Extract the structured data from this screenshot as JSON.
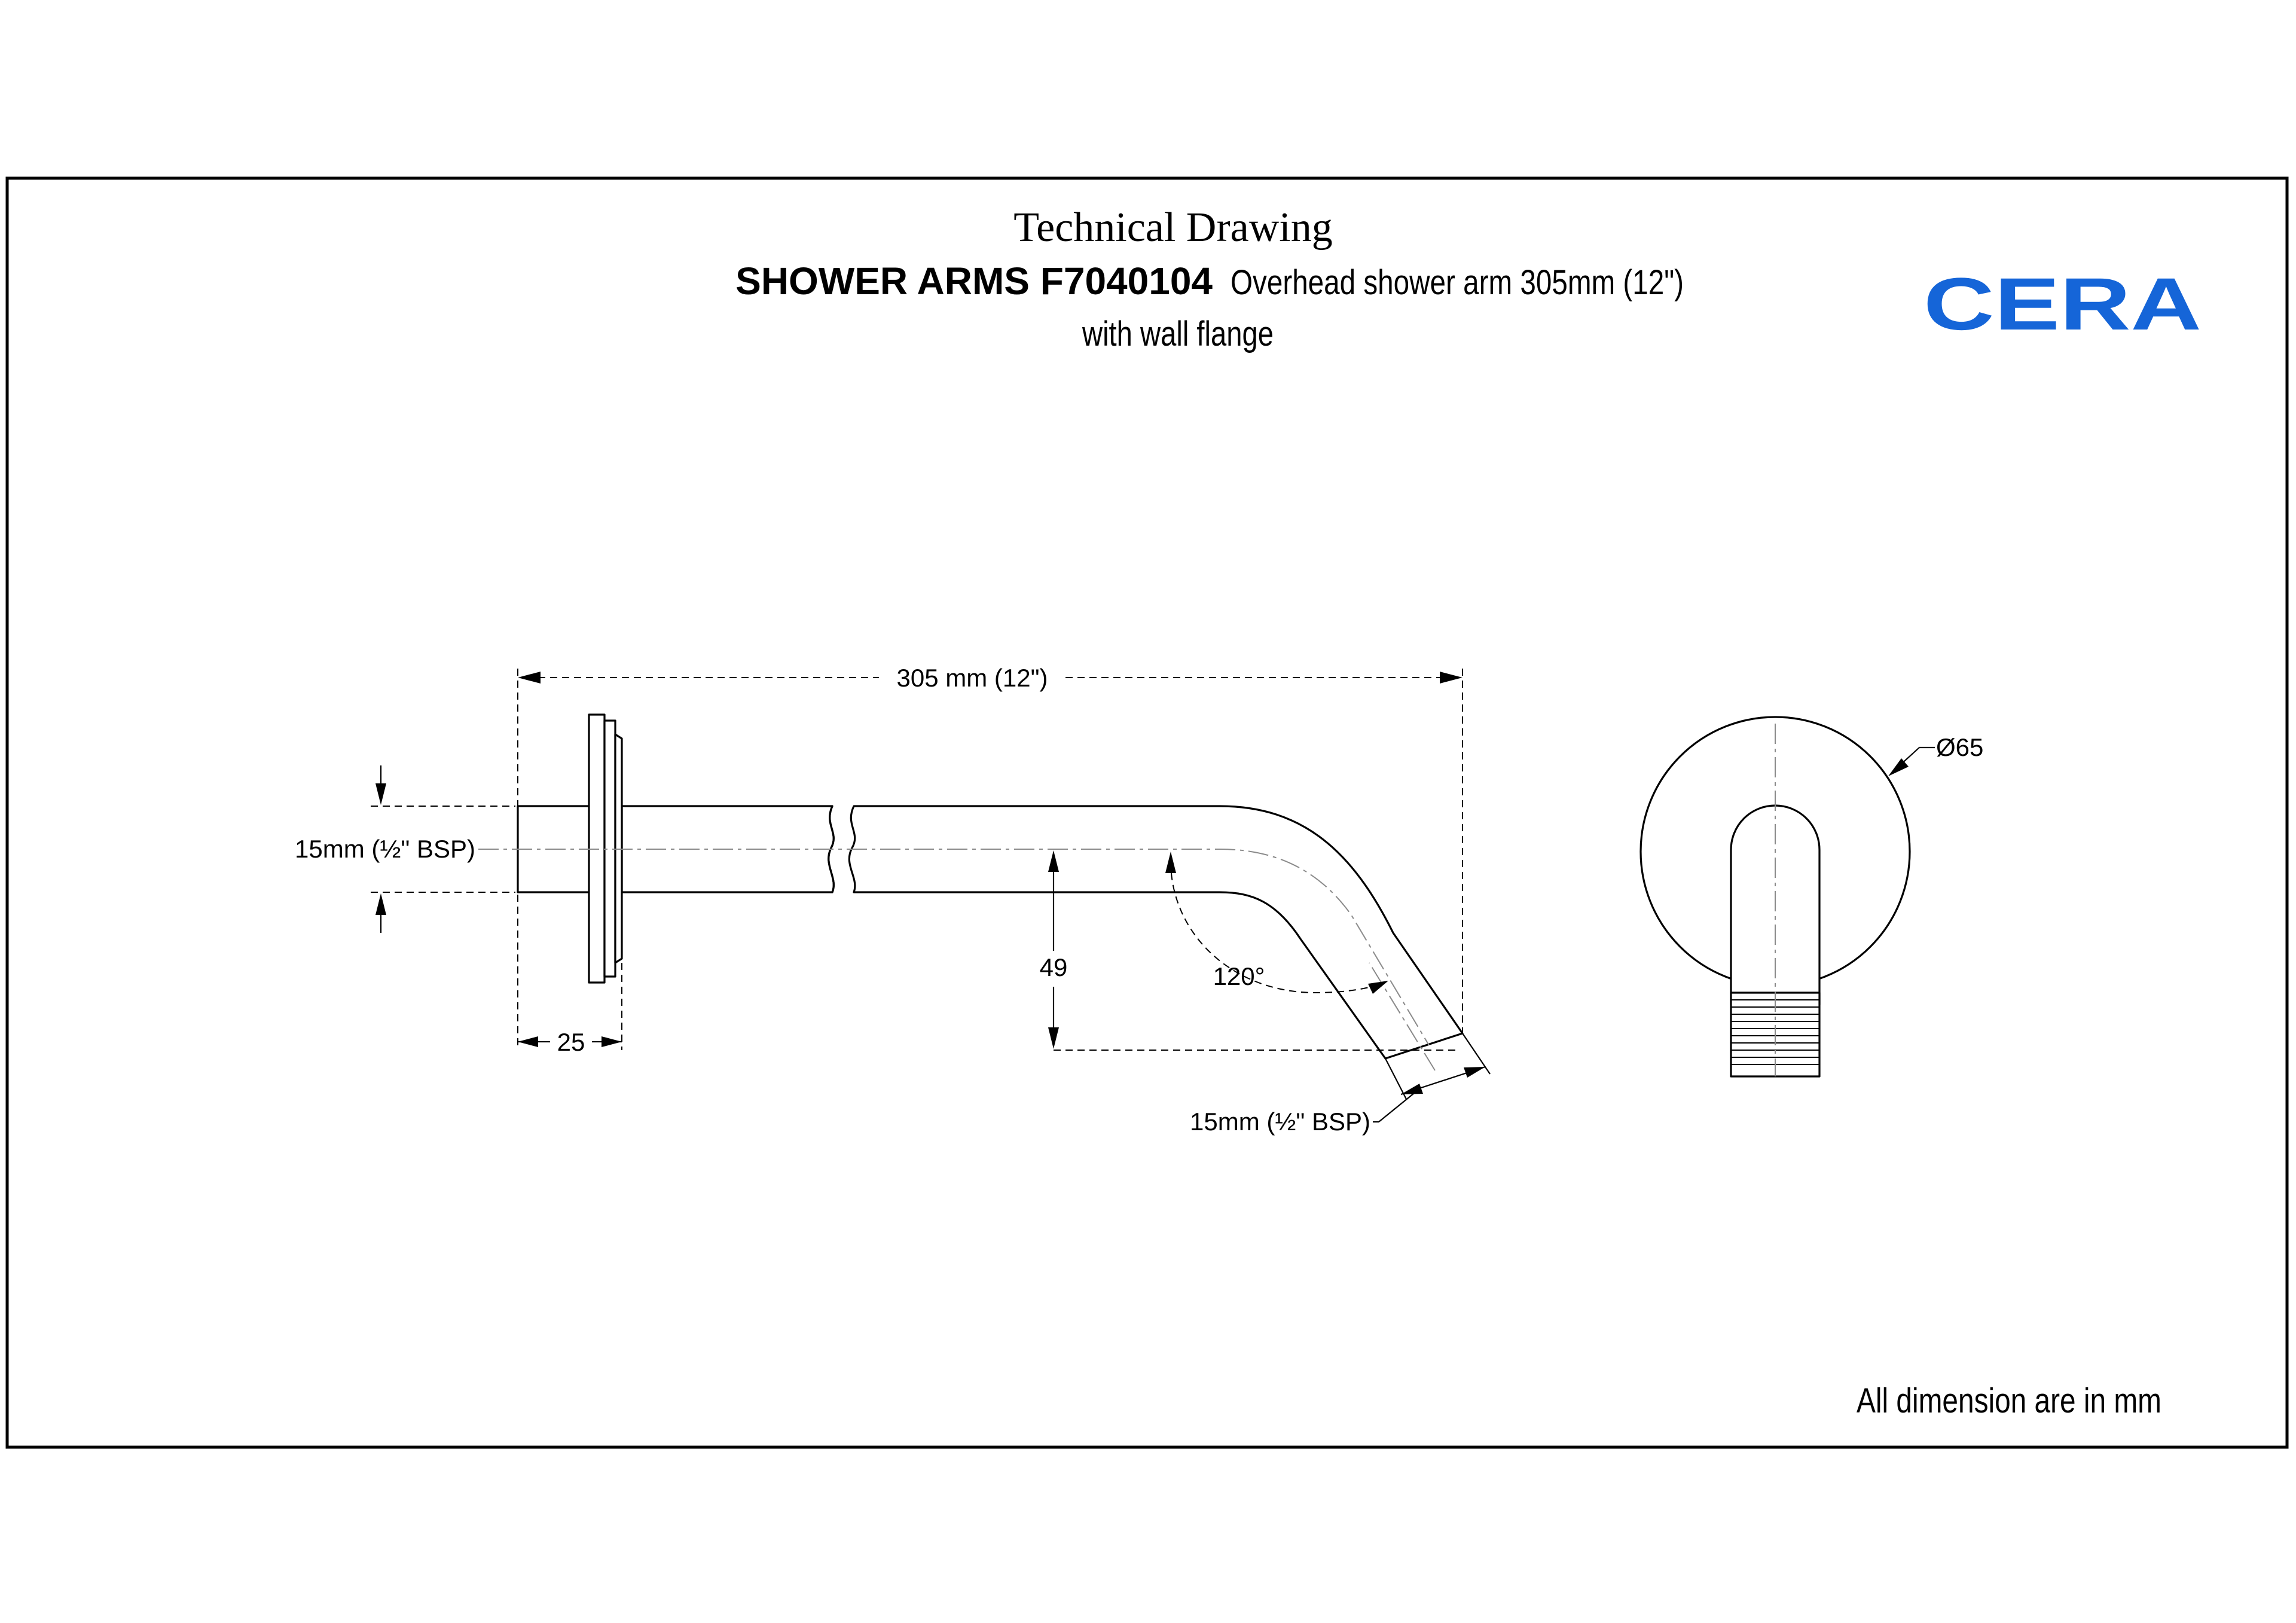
{
  "header": {
    "doc_type": "Technical Drawing",
    "product_code": "SHOWER ARMS F7040104",
    "description_line1": "Overhead shower arm 305mm (12\")",
    "description_line2": "with wall flange"
  },
  "brand": {
    "logo_text": "CERA",
    "logo_color": "#1565d8"
  },
  "dimensions": {
    "overall_length": "305 mm (12\")",
    "inlet_size": "15mm (½\" BSP)",
    "flange_depth": "25",
    "drop_height": "49",
    "bend_angle": "120°",
    "outlet_size": "15mm (½\" BSP)",
    "flange_diameter": "Ø65"
  },
  "footer": {
    "note": "All dimension are in mm"
  }
}
